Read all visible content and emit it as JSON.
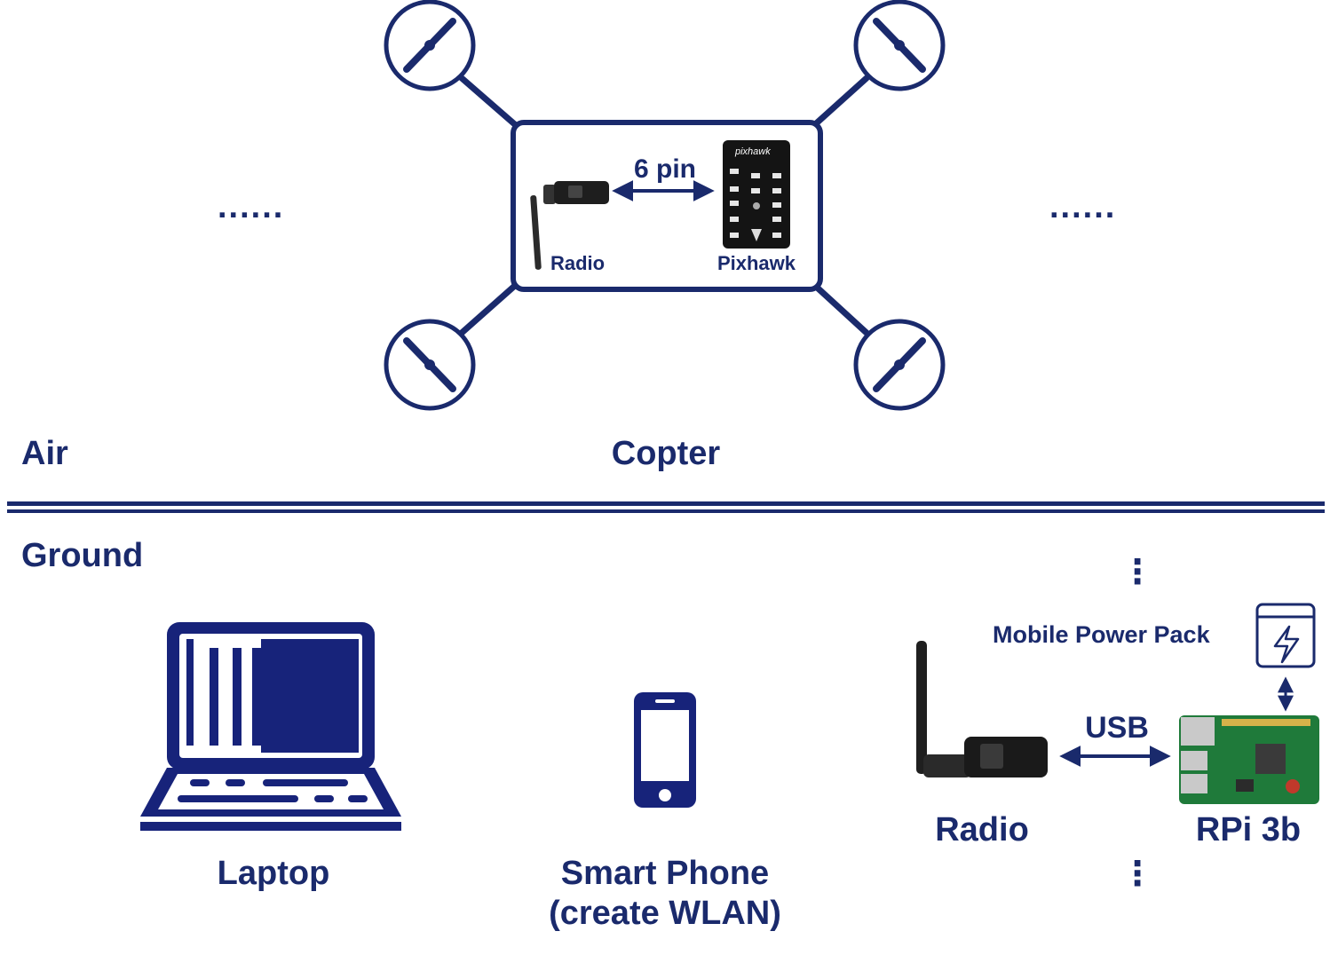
{
  "air_label": "Air",
  "ground_label": "Ground",
  "copter": {
    "label": "Copter",
    "connection_label": "6 pin",
    "radio_label": "Radio",
    "pixhawk_label": "Pixhawk",
    "pixhawk_brand": "pixhawk",
    "ellipsis_left": "......",
    "ellipsis_right": "......"
  },
  "ground": {
    "laptop_label": "Laptop",
    "phone_label_line1": "Smart Phone",
    "phone_label_line2": "(create WLAN)",
    "power_pack_label": "Mobile Power Pack",
    "usb_label": "USB",
    "radio_label": "Radio",
    "rpi_label": "RPi 3b",
    "vertical_ellipsis_top": "⋮",
    "vertical_ellipsis_bottom": "⋮"
  },
  "colors": {
    "primary": "#1a2a6c",
    "navy_fill": "#17237a",
    "board_green": "#1f7a3a"
  }
}
